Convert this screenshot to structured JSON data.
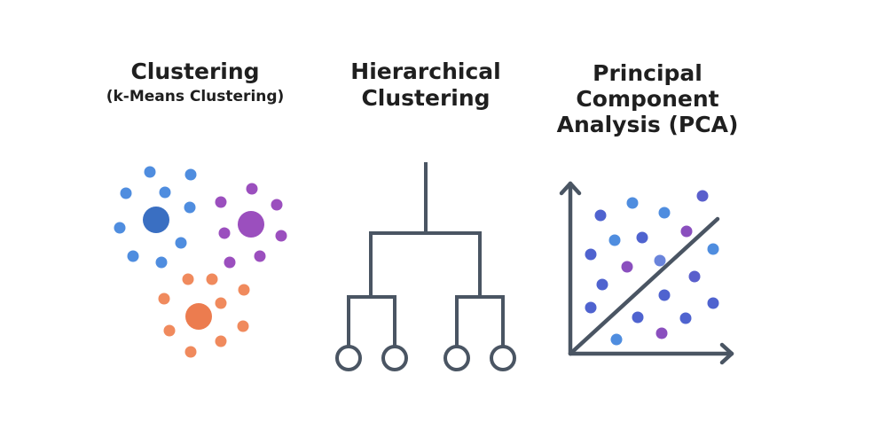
{
  "panels": [
    {
      "title": "Clustering",
      "subtitle": "(k-Means Clustering)"
    },
    {
      "title_lines": [
        "Hierarchical",
        "Clustering"
      ]
    },
    {
      "title_lines": [
        "Principal",
        "Component",
        "Analysis (PCA)"
      ]
    }
  ],
  "colors": {
    "blue_point": "#4f8ddf",
    "blue_center": "#3a6fc2",
    "purple_point": "#9b4fbe",
    "purple_center": "#9b4fbe",
    "orange_point": "#f08a5d",
    "orange_center": "#ec7c4f",
    "line": "#4a5563",
    "pca_light": "#4f8ddf",
    "pca_mid": "#4f63cf",
    "pca_purple": "#8a4fbe"
  }
}
